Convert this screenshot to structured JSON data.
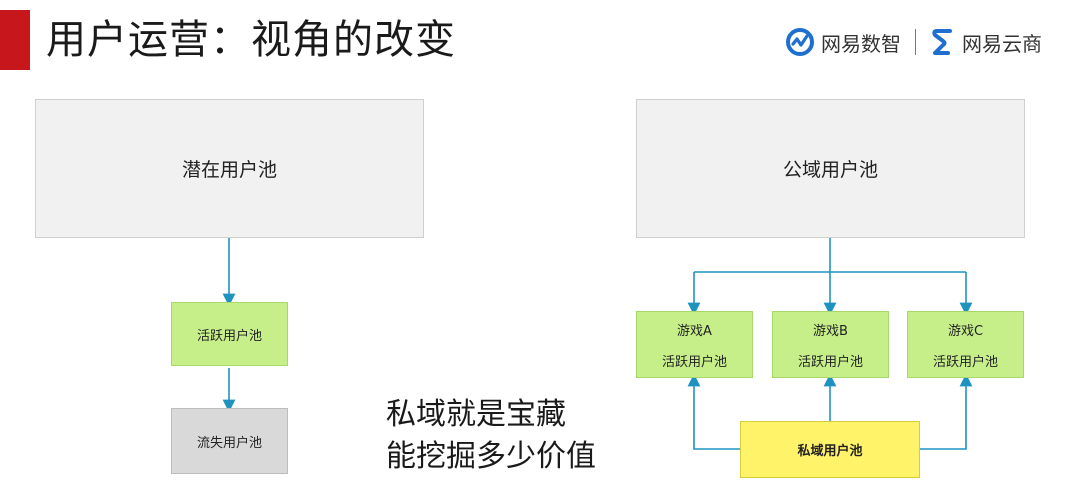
{
  "header": {
    "title": "用户运营：视角的改变",
    "logo_left": "网易数智",
    "logo_right": "网易云商"
  },
  "left_diagram": {
    "potential_pool": "潜在用户池",
    "active_pool": "活跃用户池",
    "churned_pool": "流失用户池"
  },
  "right_diagram": {
    "public_pool": "公域用户池",
    "games": [
      {
        "name": "游戏A",
        "label": "活跃用户池"
      },
      {
        "name": "游戏B",
        "label": "活跃用户池"
      },
      {
        "name": "游戏C",
        "label": "活跃用户池"
      }
    ],
    "private_pool": "私域用户池"
  },
  "slogan": {
    "line1": "私域就是宝藏",
    "line2": "能挖掘多少价值"
  },
  "colors": {
    "accent": "#c8161d",
    "arrow": "#1f93c0",
    "green": "#c6ef8a",
    "yellow": "#fff36a",
    "gray": "#d9d9d9",
    "light": "#f1f1f1"
  }
}
